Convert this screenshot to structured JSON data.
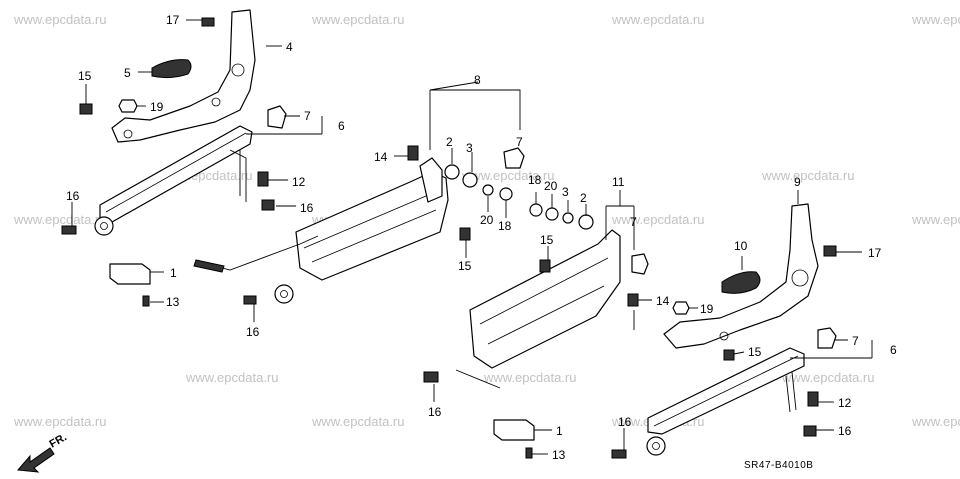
{
  "watermark": "www.epcdata.ru",
  "diagram_code": "SR47-B4010B",
  "front_label": "FR.",
  "callouts": {
    "a17": "17",
    "a5": "5",
    "a4": "4",
    "a15": "15",
    "a19": "19",
    "a7": "7",
    "a6": "6",
    "a16": "16",
    "a12": "12",
    "a16b": "16",
    "a1": "1",
    "a13": "13",
    "a16c": "16",
    "m8": "8",
    "m14": "14",
    "m2": "2",
    "m3": "3",
    "m7": "7",
    "m18": "18",
    "m20": "20",
    "m15": "15",
    "m11": "11",
    "m18b": "18",
    "m20b": "20",
    "m3b": "3",
    "m2b": "2",
    "m7b": "7",
    "m15b": "15",
    "m14b": "14",
    "m16": "16",
    "m1": "1",
    "m13": "13",
    "r9": "9",
    "r10": "10",
    "r17": "17",
    "r19": "19",
    "r15": "15",
    "r7": "7",
    "r6": "6",
    "r12": "12",
    "r16": "16",
    "r16b": "16"
  }
}
